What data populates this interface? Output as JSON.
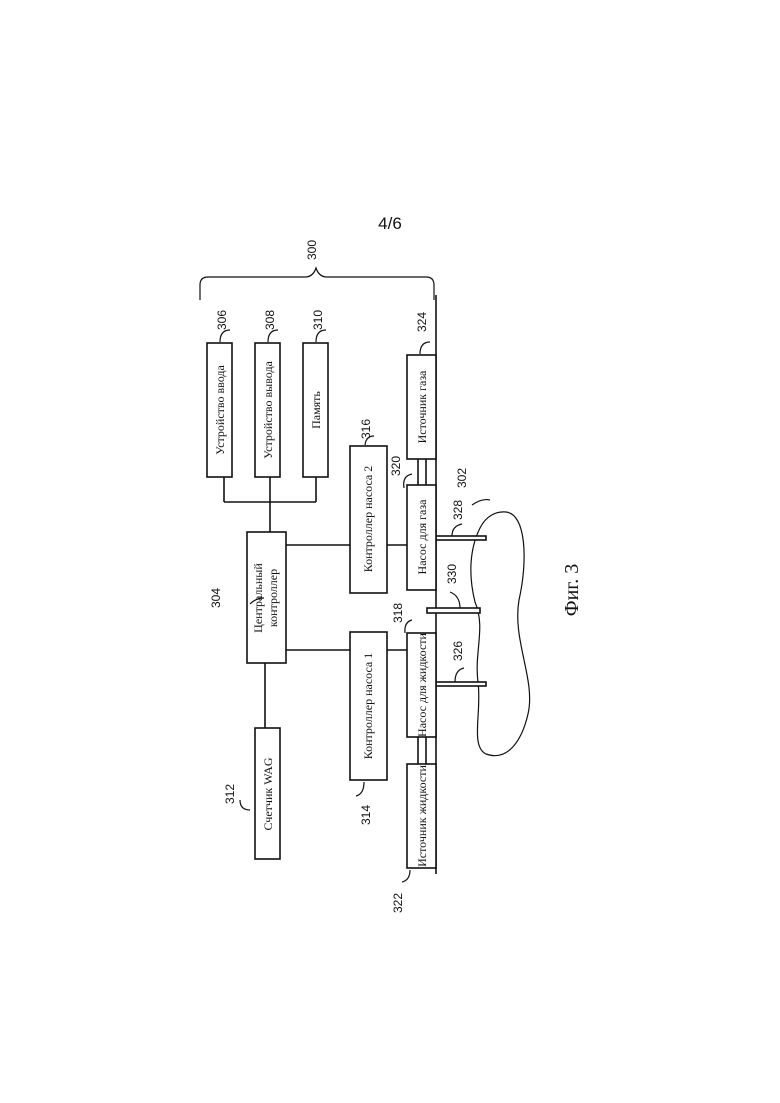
{
  "page_number": "4/6",
  "figure_caption": "Фиг. 3",
  "blocks": {
    "input_device": "Устройство ввода",
    "output_device": "Устройство вывода",
    "memory": "Память",
    "central_controller": [
      "Центральный",
      "контроллер"
    ],
    "wag_counter": "Счетчик WAG",
    "pump_controller_1": "Контроллер насоса 1",
    "pump_controller_2": "Контроллер насоса 2",
    "liquid_pump": "Насос для жидкости",
    "gas_pump": "Насос для газа",
    "liquid_source": "Источник жидкости",
    "gas_source": "Источник газа"
  },
  "refs": {
    "system": "300",
    "reservoir": "302",
    "central_controller": "304",
    "input_device": "306",
    "output_device": "308",
    "memory": "310",
    "wag_counter": "312",
    "pump_controller_1": "314",
    "pump_controller_2": "316",
    "liquid_pump": "318",
    "gas_pump": "320",
    "liquid_source": "322",
    "gas_source": "324",
    "liquid_well": "326",
    "gas_well": "328",
    "production_well": "330"
  }
}
